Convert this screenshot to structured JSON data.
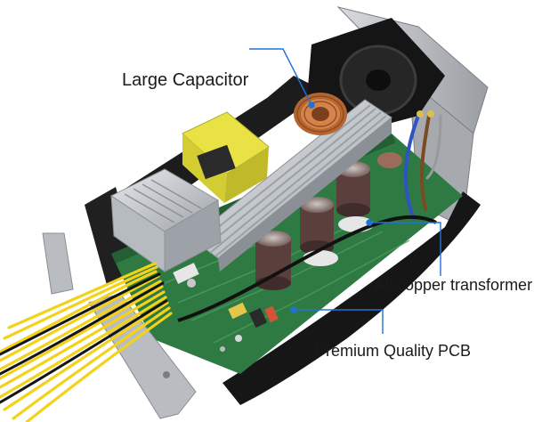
{
  "callouts": {
    "capacitor": "Large Capacitor",
    "transformer": "All copper transformer",
    "pcb": "Premium Quality PCB"
  },
  "colors": {
    "callout_line": "#1e73d8",
    "pcb": "#2f7a43",
    "heatsink": "#c9cdd2",
    "transformer_tape": "#e8e244",
    "housing": "#1b1b1b",
    "chassis": "#b9bcc0",
    "cable": "#f2d21a"
  }
}
